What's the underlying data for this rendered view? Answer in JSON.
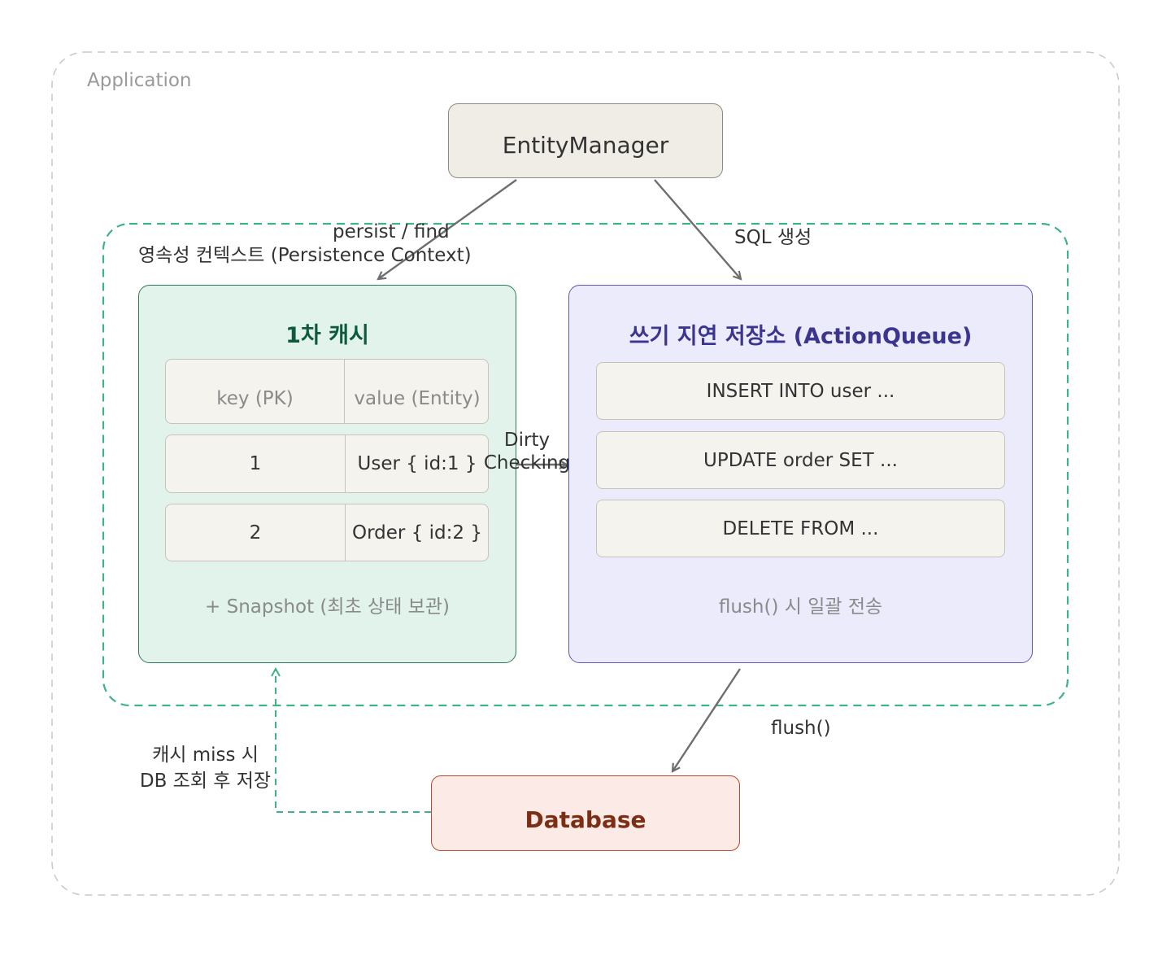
{
  "application_label": "Application",
  "entity_manager": {
    "label": "EntityManager"
  },
  "persistence_context": {
    "label": "영속성 컨텍스트 (Persistence Context)"
  },
  "first_level_cache": {
    "title": "1차 캐시",
    "header": {
      "key": "key (PK)",
      "value": "value (Entity)"
    },
    "rows": [
      {
        "key": "1",
        "value": "User { id:1 }"
      },
      {
        "key": "2",
        "value": "Order { id:2 }"
      }
    ],
    "note": "+ Snapshot (최초 상태 보관)"
  },
  "action_queue": {
    "title": "쓰기 지연 저장소 (ActionQueue)",
    "items": [
      "INSERT INTO user ...",
      "UPDATE order SET ...",
      "DELETE FROM ..."
    ],
    "note": "flush() 시 일괄 전송"
  },
  "database": {
    "label": "Database"
  },
  "edges": {
    "persist_find": "persist / find",
    "sql": "SQL 생성",
    "dirty_line1": "Dirty",
    "dirty_line2": "Checking",
    "flush": "flush()",
    "cache_miss_line1": "캐시 miss 시",
    "cache_miss_line2": "DB 조회 후 저장"
  },
  "colors": {
    "cache_fill": "#e2f3ec",
    "cache_stroke": "#2f7a57",
    "queue_fill": "#ecebfc",
    "queue_stroke": "#5d58b5",
    "db_fill": "#fbeae5",
    "db_stroke": "#b24a2c",
    "dashed_green": "#3fb384",
    "arrow": "#6e6e6e"
  }
}
